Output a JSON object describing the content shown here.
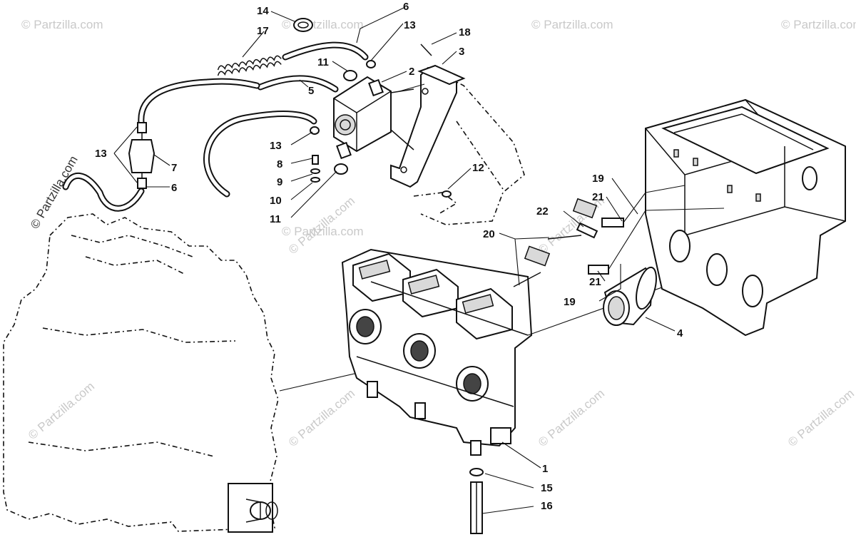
{
  "watermark": {
    "text": "© Partzilla.com",
    "side_text": "© Partzilla.com"
  },
  "callouts": {
    "c1": "1",
    "c2": "2",
    "c3": "3",
    "c4": "4",
    "c5": "5",
    "c6a": "6",
    "c6b": "6",
    "c7": "7",
    "c8": "8",
    "c9": "9",
    "c10": "10",
    "c11a": "11",
    "c11b": "11",
    "c12": "12",
    "c13a": "13",
    "c13b": "13",
    "c13c": "13",
    "c14": "14",
    "c15": "15",
    "c16": "16",
    "c17": "17",
    "c18": "18",
    "c19a": "19",
    "c19b": "19",
    "c20": "20",
    "c21a": "21",
    "c21b": "21",
    "c22": "22"
  }
}
